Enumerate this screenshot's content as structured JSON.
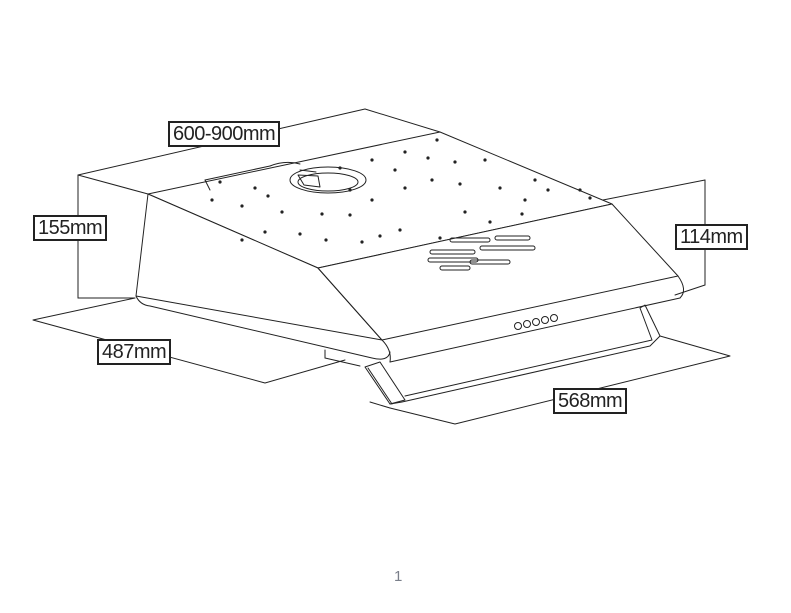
{
  "dimensions": {
    "width": "600-900mm",
    "height": "155mm",
    "inner_height": "114mm",
    "depth": "487mm",
    "inner_width": "568mm"
  },
  "page_number": "1",
  "colors": {
    "line": "#222222",
    "page_number": "#7a7f8a"
  }
}
